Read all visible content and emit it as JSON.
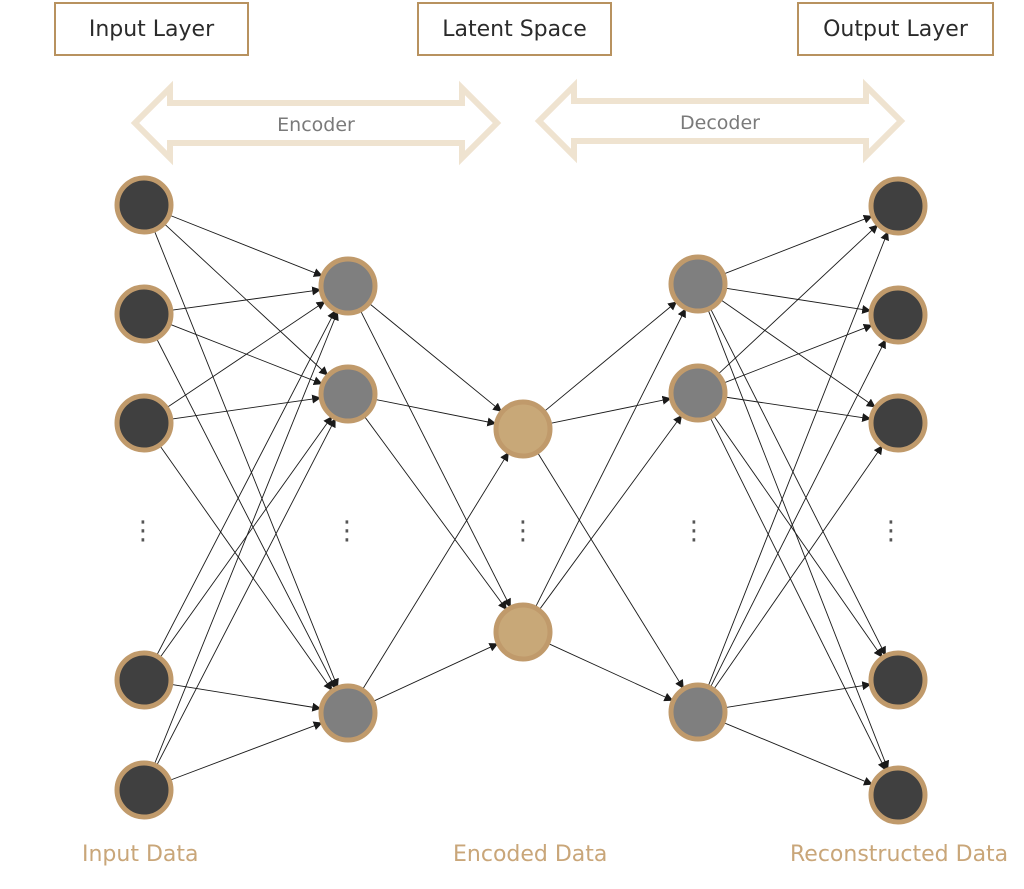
{
  "layer_labels": {
    "input": "Input Layer",
    "latent": "Latent Space",
    "output": "Output Layer"
  },
  "arrows": {
    "encoder": "Encoder",
    "decoder": "Decoder"
  },
  "bottom_labels": {
    "input": "Input Data",
    "encoded": "Encoded Data",
    "reconstructed": "Reconstructed Data"
  },
  "ellipsis": "⋮",
  "colors": {
    "input_node": "#404040",
    "hidden_node": "#7f7f7f",
    "latent_node": "#c8a878",
    "node_ring": "#c09a6b",
    "arrow_outline": "#efe3d0",
    "edge": "#1a1a1a"
  }
}
